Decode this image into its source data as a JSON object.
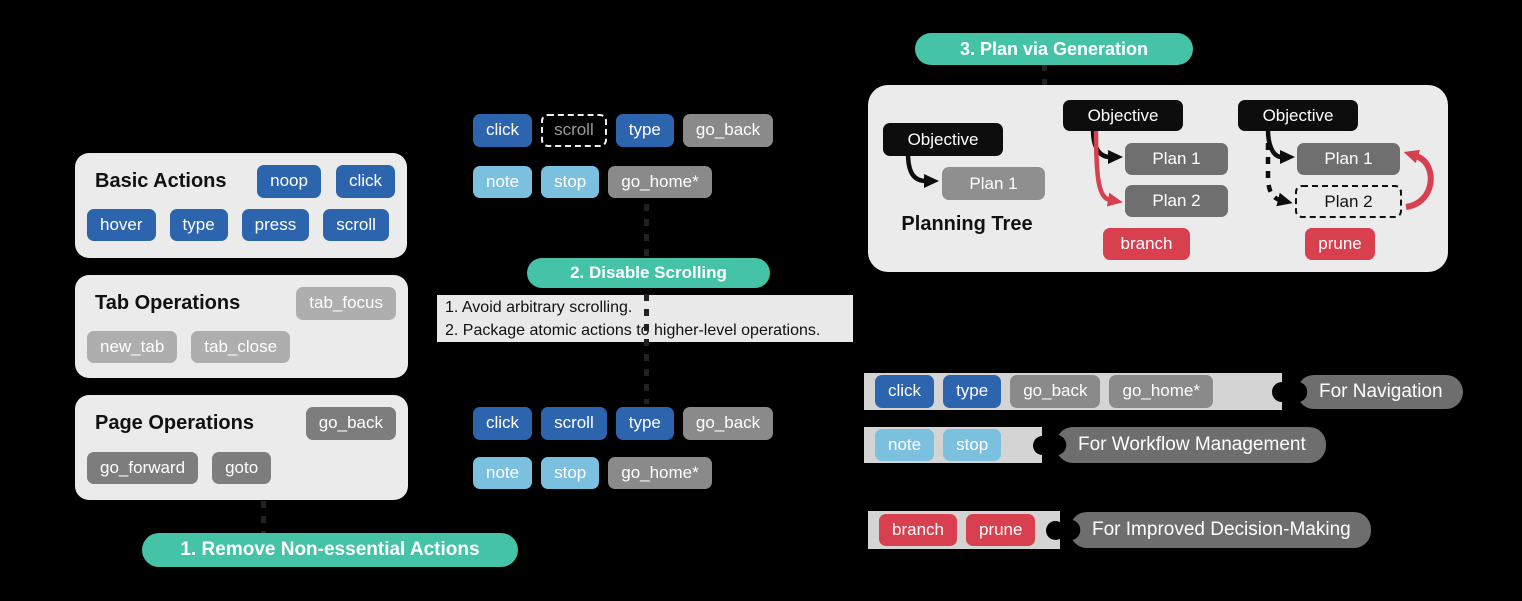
{
  "colors": {
    "teal": "#45c3a7",
    "blue": "#2c64ad",
    "sky": "#7cc0e0",
    "red": "#d9404f",
    "gray_chip": "#8a8a8a",
    "light_gray_chip": "#aeaeae",
    "dark_gray_chip": "#7d7d7d",
    "panel_bg": "#ebebeb",
    "legend_pill": "#6e6e6e",
    "black_node": "#0d0d0d"
  },
  "left_panel": {
    "badge": "1. Remove Non-essential Actions",
    "boxes": [
      {
        "title": "Basic Actions",
        "rows": [
          [
            "noop",
            "click"
          ],
          [
            "hover",
            "type",
            "press",
            "scroll"
          ]
        ]
      },
      {
        "title": "Tab Operations",
        "rows": [
          [
            "tab_focus"
          ],
          [
            "new_tab",
            "tab_close"
          ]
        ]
      },
      {
        "title": "Page Operations",
        "rows": [
          [
            "go_back"
          ],
          [
            "go_forward",
            "goto"
          ]
        ]
      }
    ]
  },
  "middle": {
    "badge": "2. Disable Scrolling",
    "notes": [
      "1. Avoid arbitrary scrolling.",
      "2. Package atomic actions to higher-level operations."
    ],
    "set_a": {
      "row1": [
        {
          "label": "click"
        },
        {
          "label": "scroll"
        },
        {
          "label": "type"
        },
        {
          "label": "go_back"
        }
      ],
      "row2": [
        {
          "label": "note"
        },
        {
          "label": "stop"
        },
        {
          "label": "go_home*"
        }
      ]
    },
    "set_b": {
      "row1": [
        {
          "label": "click"
        },
        {
          "label": "scroll"
        },
        {
          "label": "type"
        },
        {
          "label": "go_back"
        }
      ],
      "row2": [
        {
          "label": "note"
        },
        {
          "label": "stop"
        },
        {
          "label": "go_home*"
        }
      ]
    }
  },
  "right": {
    "badge": "3. Plan via Generation",
    "tree": {
      "objective": "Objective",
      "plan1": "Plan 1",
      "plan2": "Plan 2",
      "label": "Planning Tree",
      "branch": "branch",
      "prune": "prune"
    },
    "legend": [
      {
        "chips": [
          {
            "label": "click"
          },
          {
            "label": "type"
          },
          {
            "label": "go_back"
          },
          {
            "label": "go_home*"
          }
        ],
        "caption": "For Navigation"
      },
      {
        "chips": [
          {
            "label": "note"
          },
          {
            "label": "stop"
          }
        ],
        "caption": "For Workflow Management"
      },
      {
        "chips": [
          {
            "label": "branch"
          },
          {
            "label": "prune"
          }
        ],
        "caption": "For Improved Decision-Making"
      }
    ]
  }
}
